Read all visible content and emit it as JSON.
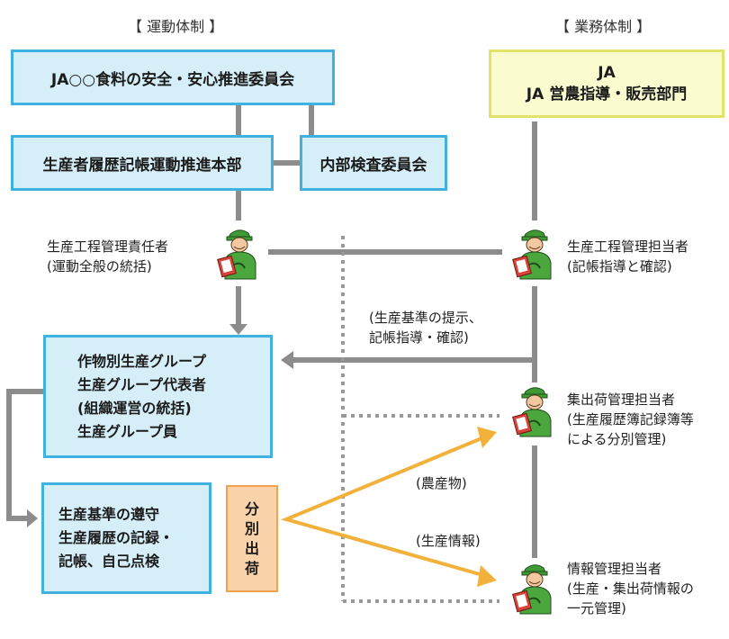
{
  "headers": {
    "left": "【 運動体制 】",
    "right": "【 業務体制 】"
  },
  "boxes": {
    "committee": "JA○○食料の安全・安心推進委員会",
    "ja_dept": [
      "JA",
      "JA 営農指導・販売部門"
    ],
    "hq": "生産者履歴記帳運動推進本部",
    "inspection": "内部検査委員会",
    "group": [
      "作物別生産グループ",
      "生産グループ代表者",
      "(組織運営の統括)",
      "生産グループ員"
    ],
    "standards": [
      "生産基準の遵守",
      "生産履歴の記録・",
      "記帳、自己点検"
    ],
    "shipment": [
      "分",
      "別",
      "出",
      "荷"
    ]
  },
  "people": {
    "left_manager": [
      "生産工程管理責任者",
      "(運動全般の統括)"
    ],
    "right_manager": [
      "生産工程管理担当者",
      "(記帳指導と確認)"
    ],
    "collection": [
      "集出荷管理担当者",
      "(生産履歴簿記録簿等",
      "による分別管理)"
    ],
    "info": [
      "情報管理担当者",
      "(生産・集出荷情報の",
      "一元管理)"
    ]
  },
  "annotations": {
    "guidance": [
      "(生産基準の提示、",
      "記帳指導・確認)"
    ],
    "produce": "(農産物)",
    "production_info": "(生産情報)"
  },
  "colors": {
    "blue_border": "#3fb2df",
    "blue_fill": "#d5eef7",
    "yellow_border": "#e3e36b",
    "yellow_fill": "#fbfbd0",
    "orange_border": "#f0a24f",
    "orange_fill": "#fbd3ab",
    "orange_arrow": "#f2b13a",
    "gray_line": "#8c8c8c",
    "person_green": "#4aa63d"
  },
  "icons": [
    "worker-icon"
  ]
}
